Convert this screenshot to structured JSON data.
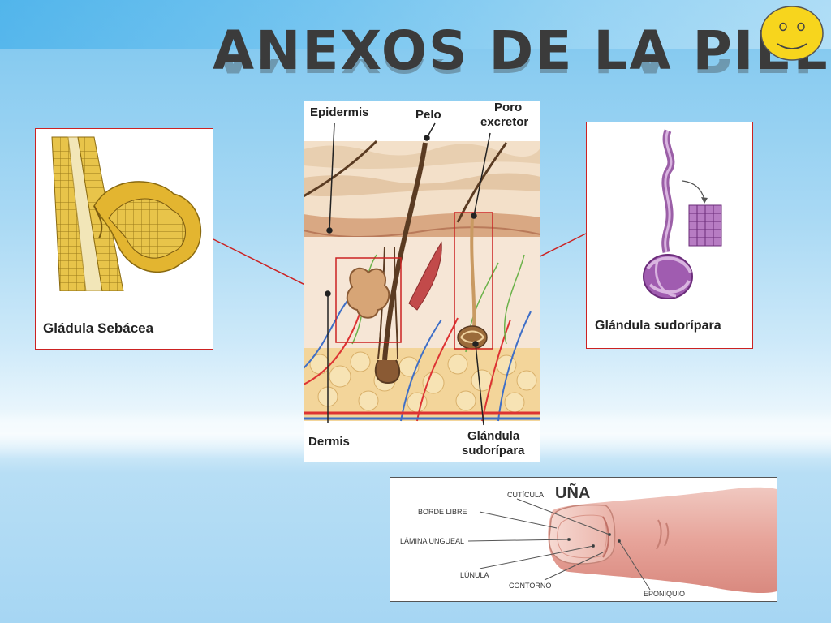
{
  "title": "ANEXOS DE LA PIEL",
  "left_panel": {
    "label": "Gládula Sebácea"
  },
  "right_panel": {
    "label": "Glándula sudorípara"
  },
  "center_labels": {
    "epidermis": "Epidermis",
    "pelo": "Pelo",
    "poro_line1": "Poro",
    "poro_line2": "excretor",
    "dermis": "Dermis",
    "glandula_line1": "Glándula",
    "glandula_line2": "sudorípara"
  },
  "nail": {
    "title": "UÑA",
    "cuticula": "CUTÍCULA",
    "borde_libre": "BORDE LIBRE",
    "lamina": "LÁMINA UNGUEAL",
    "lunula": "LÚNULA",
    "contorno": "CONTORNO",
    "eponiquio": "EPONIQUIO"
  },
  "colors": {
    "callout_red": "#cc2222",
    "title_gray": "#3b3b3b",
    "smiley_yellow": "#f7d51d"
  },
  "icons": {
    "smiley": "smiley-face-icon"
  }
}
